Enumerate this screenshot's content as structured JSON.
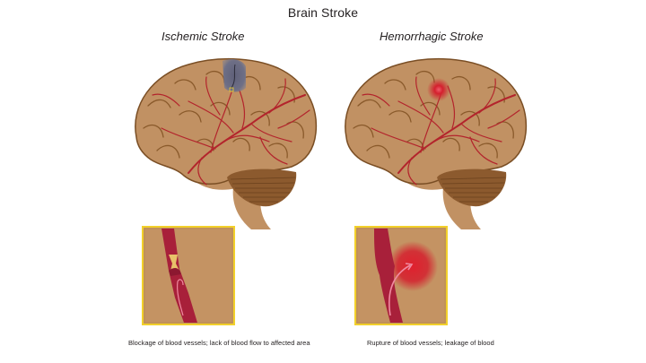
{
  "figure": {
    "title": "Brain Stroke",
    "colors": {
      "background": "#ffffff",
      "brain_fill": "#c19163",
      "brain_outline": "#7a4e24",
      "sulci": "#8a5a2b",
      "vessels": "#b3242c",
      "cerebellum": "#8c5a2e",
      "ischemic_area": "#6e6f86",
      "hemorrhage": "#d4202e",
      "inset_border": "#f2d02a",
      "inset_fill": "#c49363",
      "text": "#231f20"
    },
    "panels": [
      {
        "id": "ischemic",
        "heading": "Ischemic Stroke",
        "brain_marker": "gray-blocked-region",
        "inset": "vessel-blockage-closeup",
        "caption": "Blockage of blood vessels; lack of blood flow to affected area"
      },
      {
        "id": "hemorrhagic",
        "heading": "Hemorrhagic Stroke",
        "brain_marker": "red-bleed-spot",
        "inset": "vessel-rupture-closeup",
        "caption": "Rupture of blood vessels; leakage of blood"
      }
    ]
  }
}
